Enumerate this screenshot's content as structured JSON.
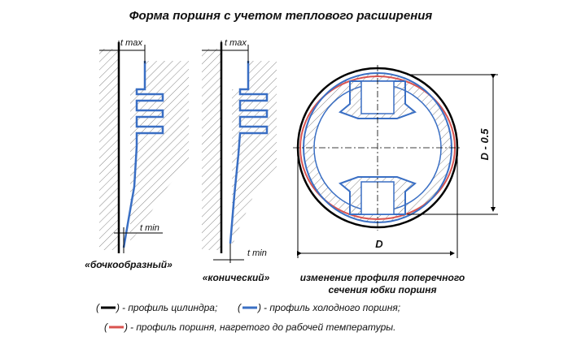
{
  "title": "Форма поршня с учетом теплового расширения",
  "labels": {
    "t_max": "t max",
    "t_min": "t min",
    "d_minus": "D - 0.5",
    "d": "D"
  },
  "captions": {
    "barrel": "«бочкообразный»",
    "conical": "«конический»",
    "section_line1": "изменение профиля поперечного",
    "section_line2": "сечения юбки поршня"
  },
  "legend": [
    {
      "swatch": "black",
      "color": "#000000",
      "text": "- профиль цилиндра;"
    },
    {
      "swatch": "blue",
      "color": "#3a6fc4",
      "text": "- профиль холодного поршня;"
    },
    {
      "swatch": "red",
      "color": "#d9534f",
      "text": "-  профиль поршня, нагретого до рабочей температуры."
    }
  ],
  "colors": {
    "cold_profile": "#3a6fc4",
    "hot_profile": "#d9534f",
    "cylinder": "#000000",
    "hatch": "#888888"
  }
}
